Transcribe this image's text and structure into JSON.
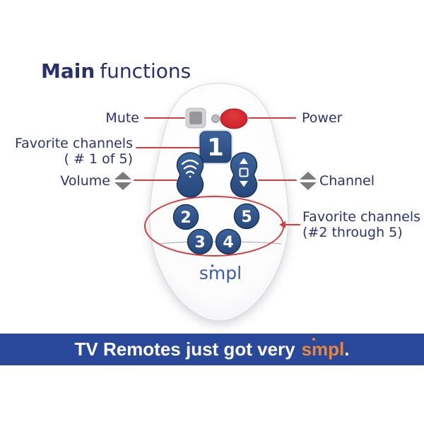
{
  "title": {
    "main": "Main",
    "rest": "functions"
  },
  "callouts": {
    "mute": {
      "label": "Mute"
    },
    "power": {
      "label": "Power"
    },
    "favorite1": {
      "line1": "Favorite channels",
      "line2": "( # 1 of 5)"
    },
    "volume": {
      "label": "Volume"
    },
    "channel": {
      "label": "Channel"
    },
    "favorite2to5": {
      "line1": "Favorite channels",
      "line2": "(#2 through 5)"
    }
  },
  "remote": {
    "logo": "smpl",
    "buttons": {
      "fav1": "1",
      "fav2": "2",
      "fav3": "3",
      "fav4": "4",
      "fav5": "5"
    }
  },
  "banner": {
    "prefix": "TV Remotes just got very",
    "brand": "smpl",
    "suffix": "."
  },
  "icons": {
    "mute_button": "gray-rounded-square",
    "power_button": "red-oval",
    "status_led": "small-gray-dot",
    "volume_rocker_glyph": "sound-wave-arcs",
    "channel_rocker_glyph": "triangle-square-triangle",
    "volume_arrows": "up-down-triangles",
    "channel_arrows": "up-down-triangles",
    "favorites_callout": "red-ellipse-outline"
  },
  "colors": {
    "navy_text": "#2b3470",
    "title_navy": "#28306c",
    "callout_red": "#d53c40",
    "power_red": "#d9252b",
    "button_blue": "#2e5690",
    "banner_blue": "#2a4899",
    "brand_orange": "#e8873b",
    "arrow_gray": "#7b7b7d",
    "logo_blue": "#3b5bab"
  }
}
